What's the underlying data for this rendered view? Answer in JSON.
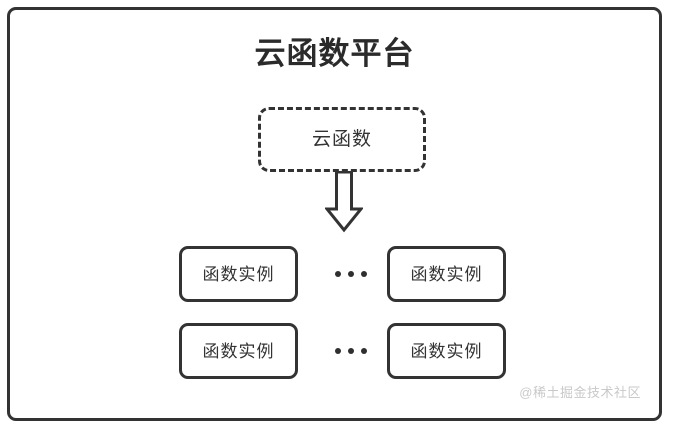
{
  "diagram": {
    "title": "云函数平台",
    "cloud_function": {
      "label": "云函数",
      "border_style": "dashed"
    },
    "arrow": {
      "name": "down-arrow",
      "direction": "down",
      "style": "hollow-block"
    },
    "instance_rows": [
      {
        "left_label": "函数实例",
        "ellipsis": "•••",
        "right_label": "函数实例"
      },
      {
        "left_label": "函数实例",
        "ellipsis": "•••",
        "right_label": "函数实例"
      }
    ],
    "watermark": "@稀土掘金技术社区",
    "colors": {
      "stroke": "#333333",
      "title_text": "#2b2b2b",
      "body_text": "#333333",
      "background": "#ffffff",
      "watermark_text": "#c9c9c9"
    }
  }
}
